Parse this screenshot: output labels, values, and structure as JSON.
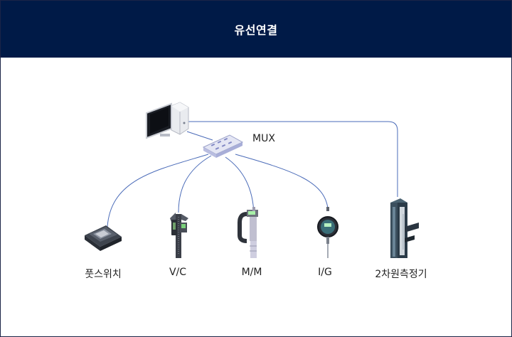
{
  "header": {
    "title": "유선연결"
  },
  "hub": {
    "label": "MUX"
  },
  "devices": [
    {
      "id": "foot-switch",
      "label": "풋스위치"
    },
    {
      "id": "vc",
      "label": "V/C"
    },
    {
      "id": "mm",
      "label": "M/M"
    },
    {
      "id": "ig",
      "label": "I/G"
    },
    {
      "id": "2d",
      "label": "2차원측정기"
    }
  ],
  "colors": {
    "header_bg": "#001a47",
    "line": "#4a6bb8"
  }
}
